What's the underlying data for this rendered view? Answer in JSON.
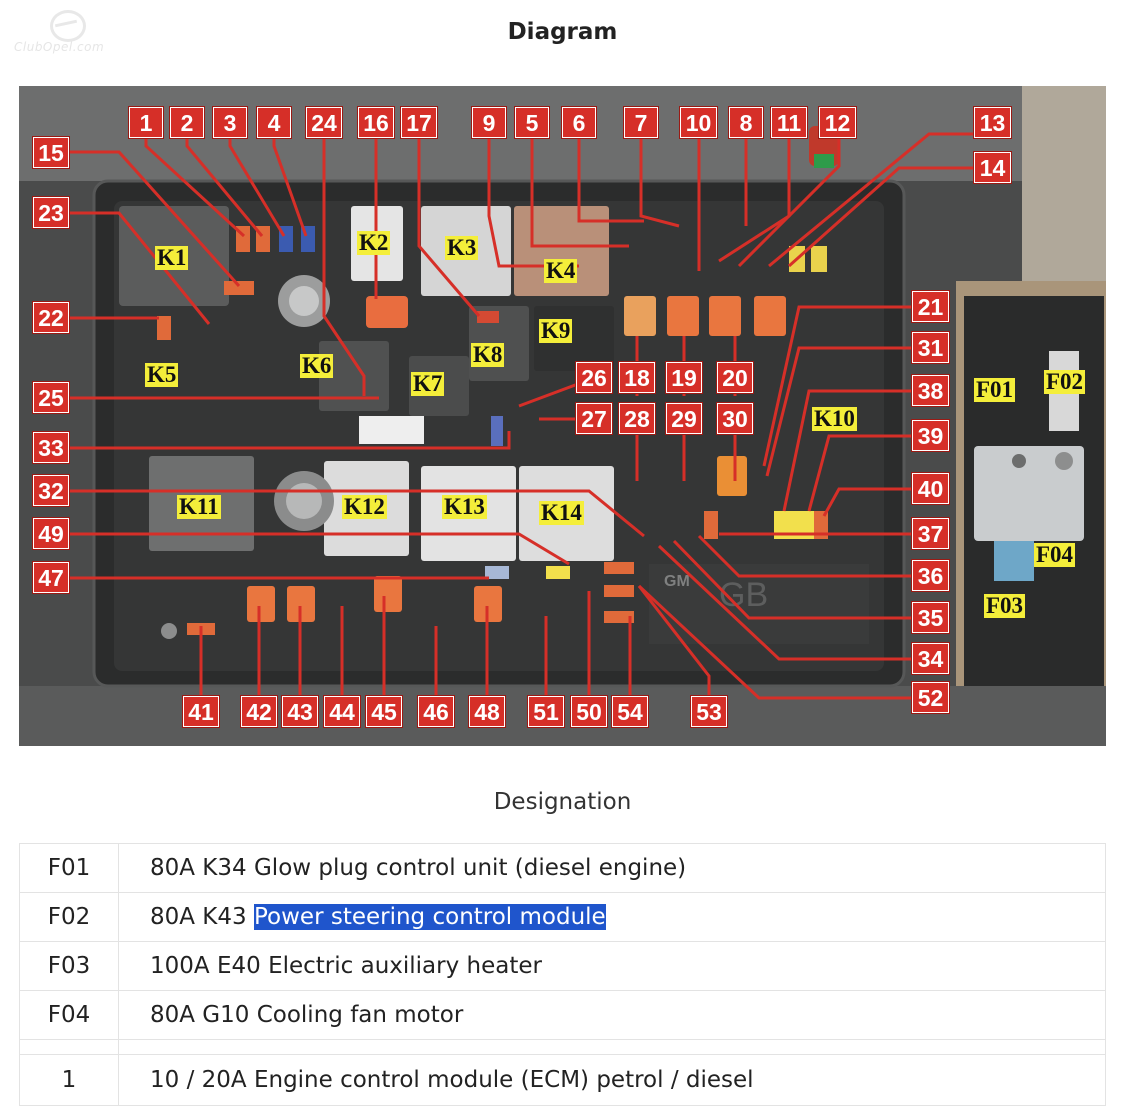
{
  "watermark": {
    "text": "ClubOpel.com"
  },
  "diagram_title": "Diagram",
  "designation_title": "Designation",
  "callouts": [
    "1",
    "2",
    "3",
    "4",
    "24",
    "16",
    "17",
    "9",
    "5",
    "6",
    "7",
    "10",
    "8",
    "11",
    "12",
    "13",
    "14",
    "15",
    "23",
    "22",
    "25",
    "33",
    "32",
    "49",
    "47",
    "21",
    "31",
    "38",
    "39",
    "40",
    "37",
    "36",
    "35",
    "34",
    "52",
    "41",
    "42",
    "43",
    "44",
    "45",
    "46",
    "48",
    "51",
    "50",
    "54",
    "53",
    "26",
    "18",
    "19",
    "20",
    "27",
    "28",
    "29",
    "30"
  ],
  "relays": [
    "K1",
    "K2",
    "K3",
    "K4",
    "K5",
    "K6",
    "K7",
    "K8",
    "K9",
    "K10",
    "K11",
    "K12",
    "K13",
    "K14"
  ],
  "main_fuses": [
    "F01",
    "F02",
    "F03",
    "F04"
  ],
  "designations": [
    {
      "code": "F01",
      "rating": "80A K34",
      "text": "Glow plug control unit (diesel engine)"
    },
    {
      "code": "F02",
      "rating": "80A K43",
      "text": "Power steering control module"
    },
    {
      "code": "F03",
      "rating": "100A E40",
      "text": "Electric auxiliary heater"
    },
    {
      "code": "F04",
      "rating": "80A G10",
      "text": "Cooling fan motor"
    },
    {
      "code": "",
      "rating": "",
      "text": ""
    },
    {
      "code": "1",
      "rating": "10 / 20A",
      "text": "Engine control module (ECM) petrol / diesel"
    }
  ],
  "colors": {
    "callout_red": "#d62f28",
    "label_yellow": "#f4ee3a",
    "selection_blue": "#1f55cc"
  }
}
